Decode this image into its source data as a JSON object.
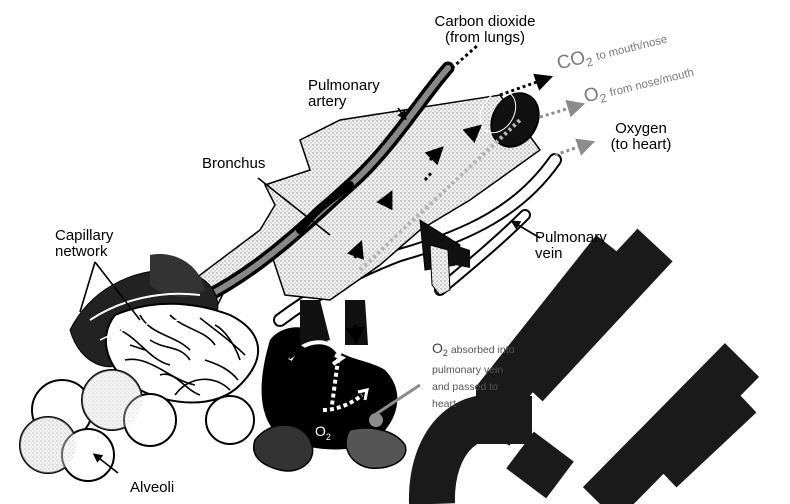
{
  "labels": {
    "carbon_dioxide_1": "Carbon dioxide",
    "carbon_dioxide_2": "(from lungs)",
    "pulmonary_artery_1": "Pulmonary",
    "pulmonary_artery_2": "artery",
    "bronchus": "Bronchus",
    "capillary_1": "Capillary",
    "capillary_2": "network",
    "alveoli": "Alveoli",
    "oxygen_1": "Oxygen",
    "oxygen_2": "(to heart)",
    "pulmonary_vein_1": "Pulmonary",
    "pulmonary_vein_2": "vein",
    "co2_main": "CO",
    "co2_sub": "2",
    "co2_dest": "to mouth/nose",
    "o2_main": "O",
    "o2_sub": "2",
    "o2_source": "from nose/mouth",
    "absorbed_main": "O",
    "absorbed_sub": "2",
    "absorbed_1": "absorbed into",
    "absorbed_2": "pulmonary vein",
    "absorbed_3": "and passed to",
    "absorbed_4": "heart",
    "alveolus_o2_main": "O",
    "alveolus_o2_sub": "2"
  },
  "watermark": {
    "text": "CE",
    "color": "#1a1a1a"
  },
  "colors": {
    "ink": "#000000",
    "gray_text": "#7a7a7a",
    "gray_arrow": "#8c8c8c",
    "stipple": "#d9d9d9"
  }
}
